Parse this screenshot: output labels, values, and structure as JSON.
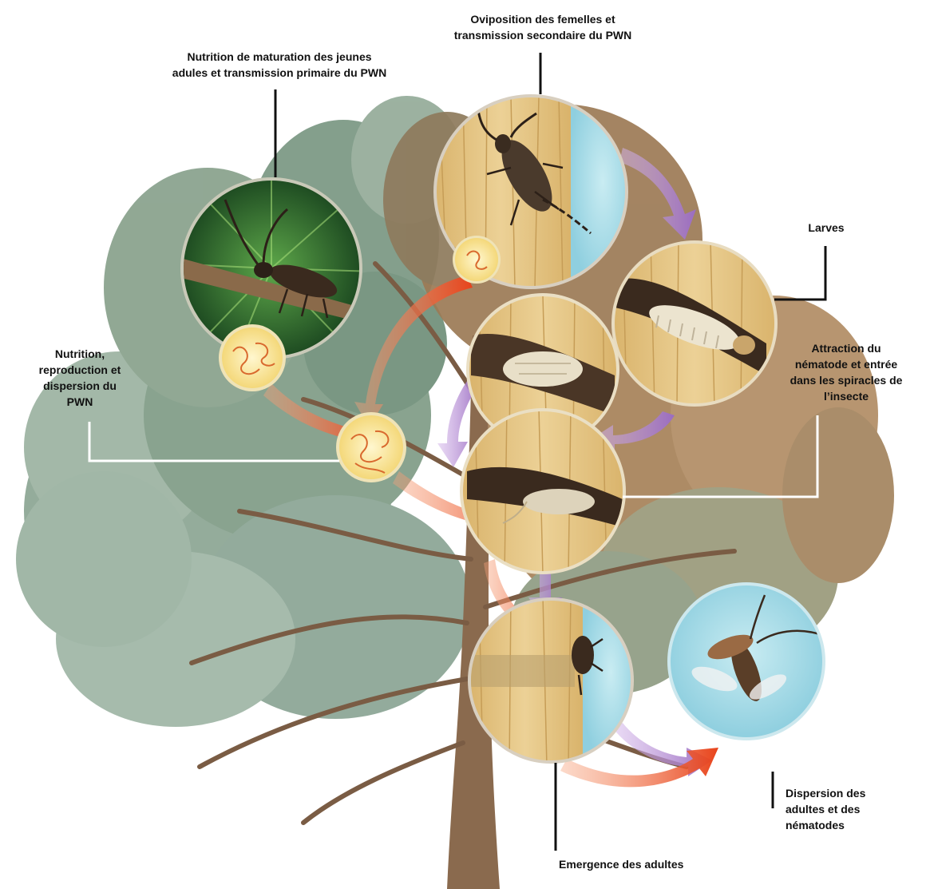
{
  "labels": {
    "maturation_feeding": "Nutrition de maturation des jeunes\nadules et transmission primaire du PWN",
    "oviposition": "Oviposition des femelles et\ntransmission secondaire du PWN",
    "larvae": "Larves",
    "nematode_feeding": "Nutrition,\nreproduction et\ndispersion du\nPWN",
    "attraction": "Attraction du\nnématode et entrée\ndans les spiracles de\nl’insecte",
    "dispersal": "Dispersion des\nadultes et des\nnématodes",
    "emergence": "Emergence des adultes"
  },
  "colors": {
    "foliage_green": "#7e9a84",
    "foliage_brown": "#a07a52",
    "wood": "#e2c27c",
    "sky": "#a9dbe6",
    "arrow_orange": "#e8552a",
    "arrow_purple": "#a77bc8",
    "nematode": "#fbe9a2",
    "trunk": "#8a6a4e"
  }
}
